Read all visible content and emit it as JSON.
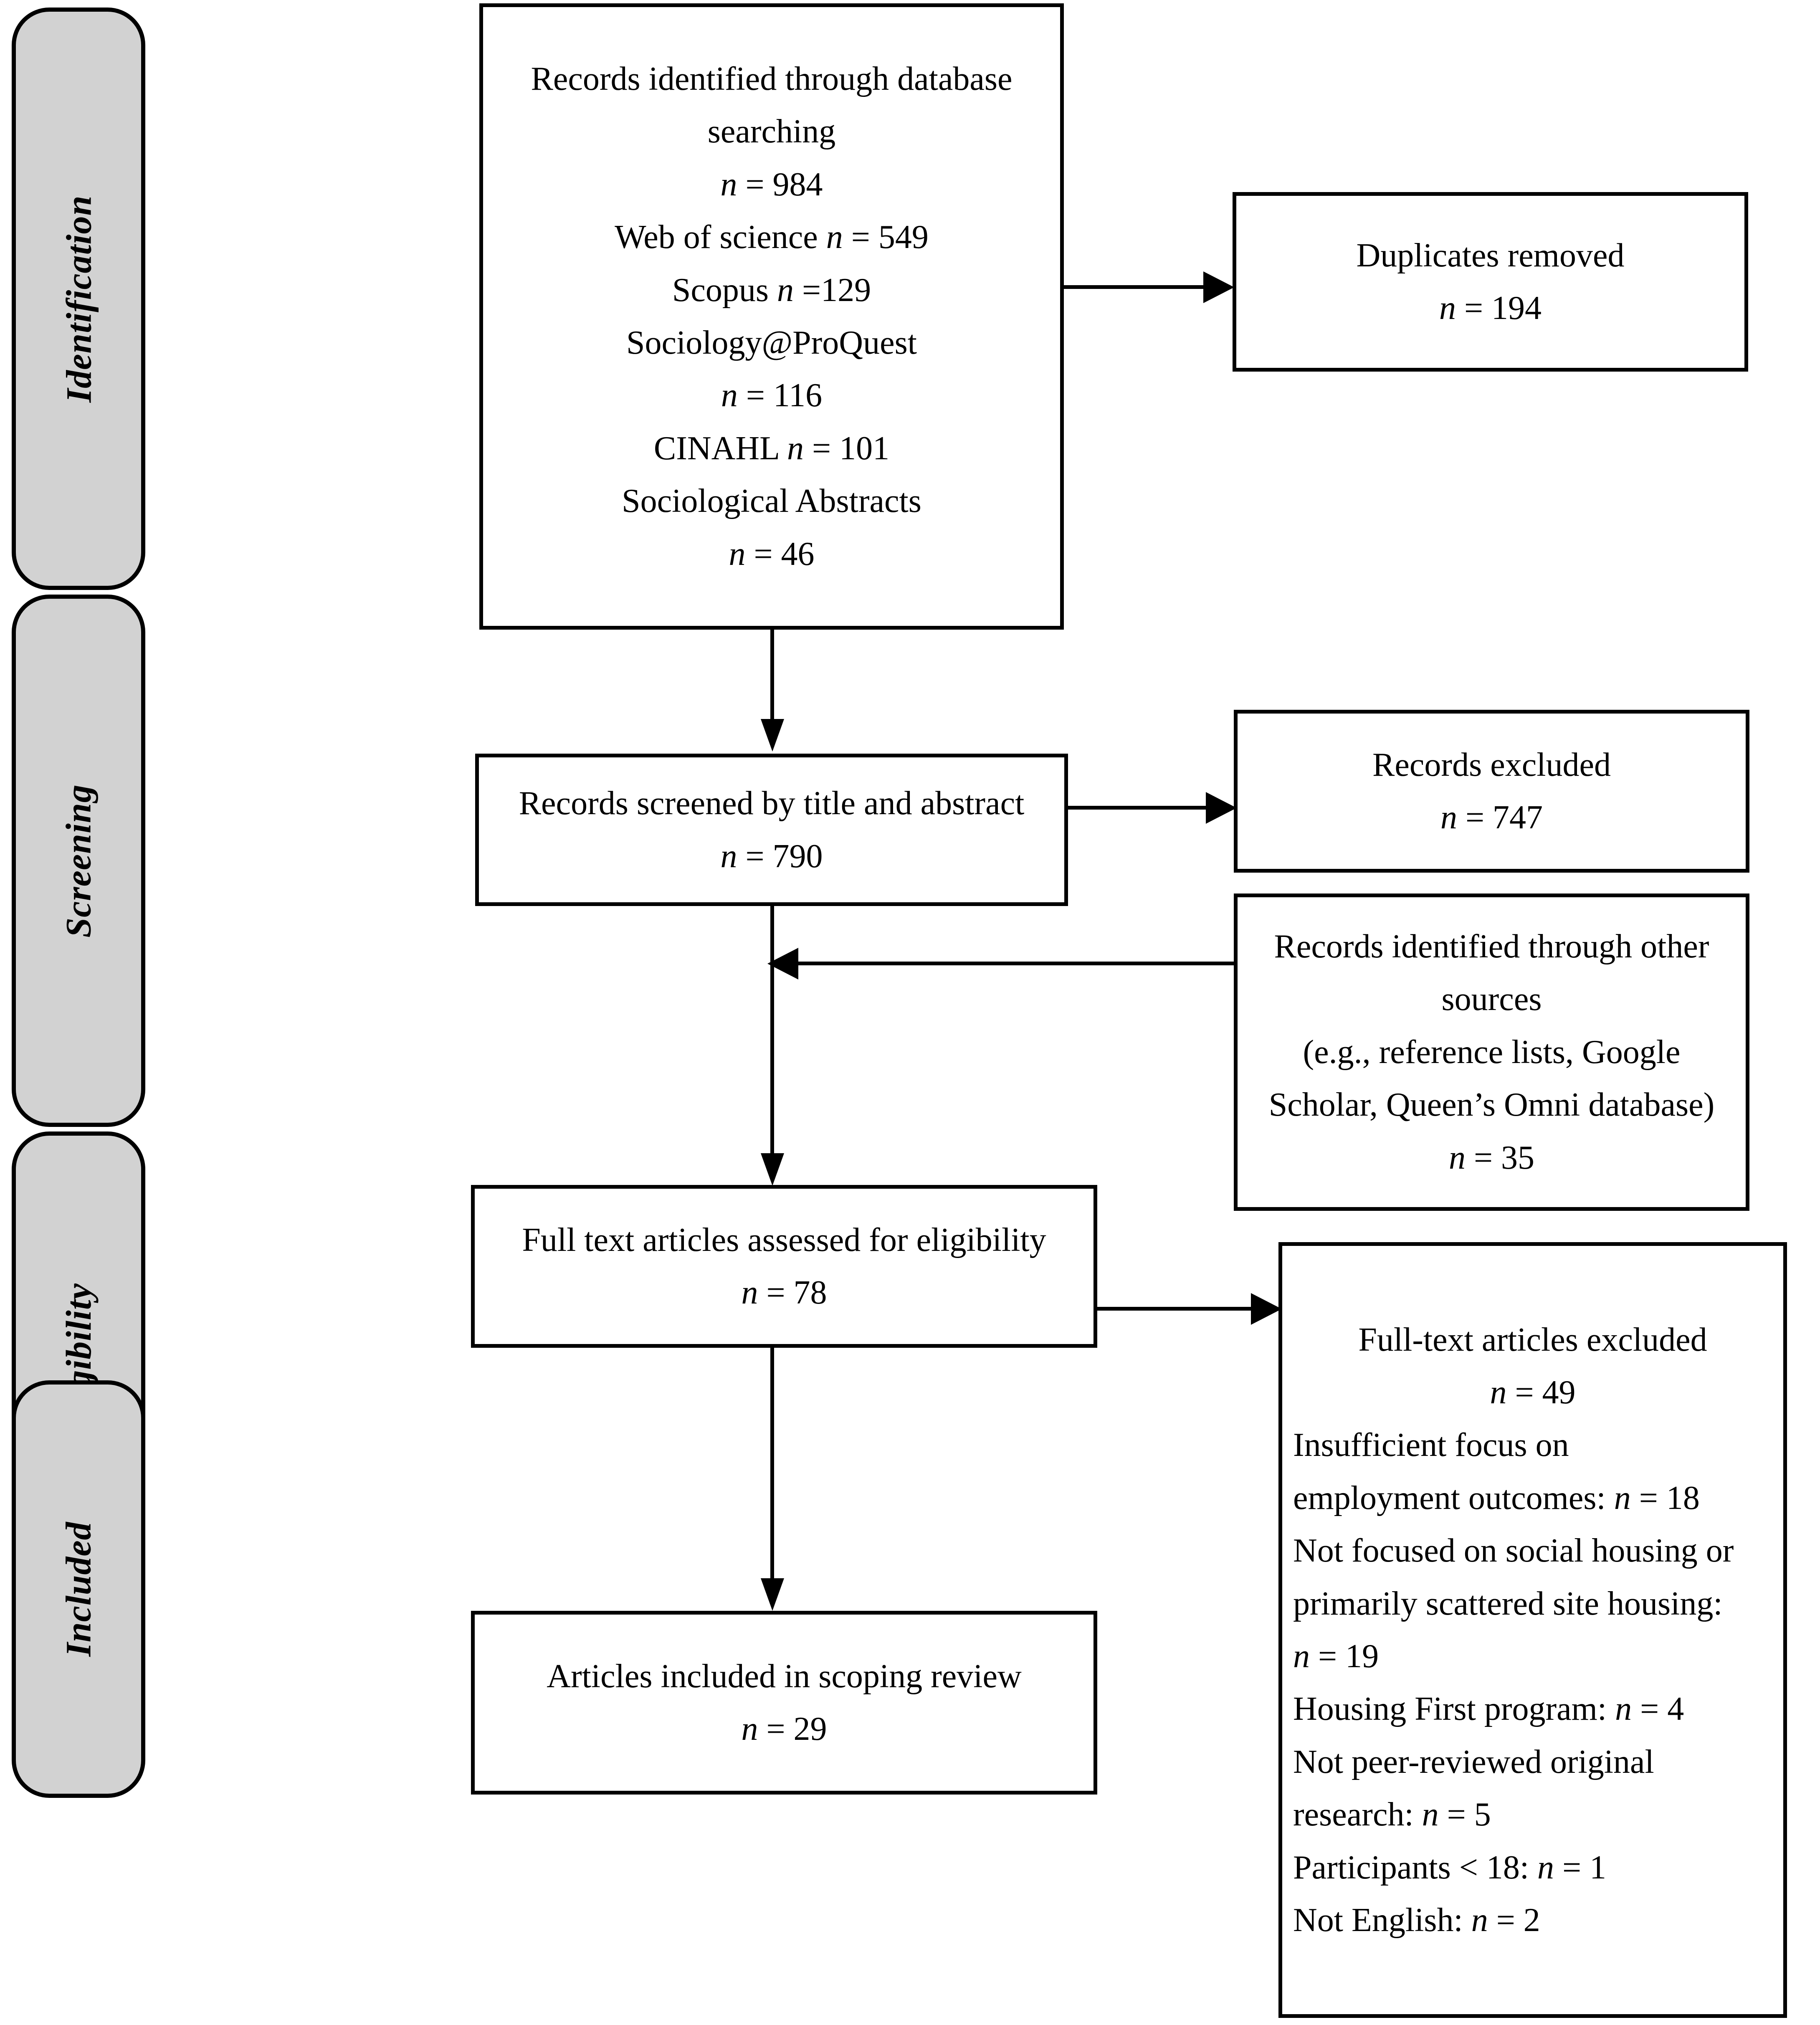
{
  "diagram": {
    "type": "prisma-flow-diagram",
    "stages": [
      {
        "id": "identification",
        "label": "Identification"
      },
      {
        "id": "screening",
        "label": "Screening"
      },
      {
        "id": "eligibility",
        "label": "Eligibility"
      },
      {
        "id": "included",
        "label": "Included"
      }
    ],
    "boxes": {
      "identified_database": {
        "lines": [
          "Records identified through database",
          "searching",
          "n = 984",
          "Web of science n = 549",
          "Scopus n =129",
          "Sociology@ProQuest",
          "n = 116",
          "CINAHL n = 101",
          "Sociological Abstracts",
          "n = 46"
        ]
      },
      "duplicates_removed": {
        "lines": [
          "Duplicates removed",
          "n = 194"
        ]
      },
      "records_screened": {
        "lines": [
          "Records screened by title and abstract",
          "n = 790"
        ]
      },
      "records_excluded": {
        "lines": [
          "Records excluded",
          "n = 747"
        ]
      },
      "other_sources": {
        "lines": [
          "Records identified through other",
          "sources",
          "(e.g., reference lists, Google",
          "Scholar, Queen’s Omni database)",
          "n = 35"
        ]
      },
      "fulltext_assessed": {
        "lines": [
          "Full text articles assessed for eligibility",
          "n = 78"
        ]
      },
      "fulltext_excluded": {
        "lines": [
          "Full-text articles excluded",
          "n = 49",
          "Insufficient focus on",
          "employment outcomes: n = 18",
          "Not focused on social housing or",
          "primarily scattered site housing:",
          "n = 19",
          "Housing First program: n = 4",
          "Not peer-reviewed original",
          "research: n = 5",
          "Participants < 18: n = 1",
          "Not English: n = 2"
        ]
      },
      "articles_included": {
        "lines": [
          "Articles included in scoping review",
          "n = 29"
        ]
      }
    },
    "colors": {
      "stage_fill": "#d2d2d2",
      "stroke": "#000000",
      "box_fill": "#ffffff",
      "text": "#000000"
    }
  }
}
